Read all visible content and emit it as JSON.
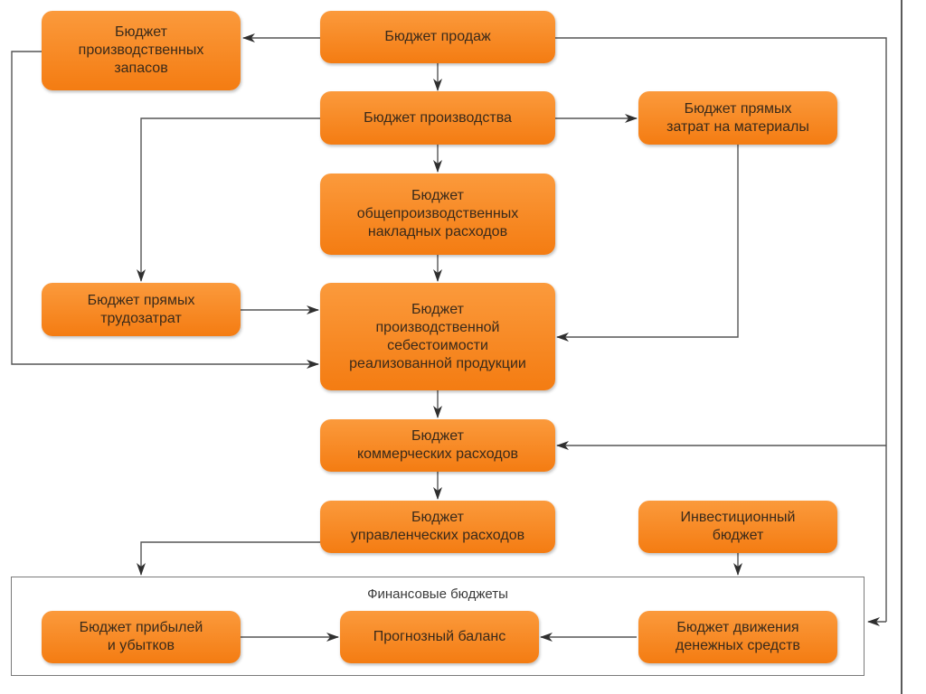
{
  "diagram": {
    "nodes": {
      "sales": "Бюджет продаж",
      "inventory": "Бюджет\nпроизводственных\nзапасов",
      "production": "Бюджет производства",
      "materials": "Бюджет прямых\nзатрат на материалы",
      "overhead": "Бюджет\nобщепроизводственных\nнакладных расходов",
      "labor": "Бюджет прямых\nтрудозатрат",
      "cogs": "Бюджет\nпроизводственной\nсебестоимости\nреализованной продукции",
      "commercial": "Бюджет\nкоммерческих расходов",
      "admin": "Бюджет\nуправленческих расходов",
      "investment": "Инвестиционный\nбюджет",
      "profit_loss": "Бюджет прибылей\nи убытков",
      "forecast_balance": "Прогнозный баланс",
      "cash_flow": "Бюджет движения\nденежных средств"
    },
    "group": {
      "title": "Финансовые бюджеты"
    }
  }
}
